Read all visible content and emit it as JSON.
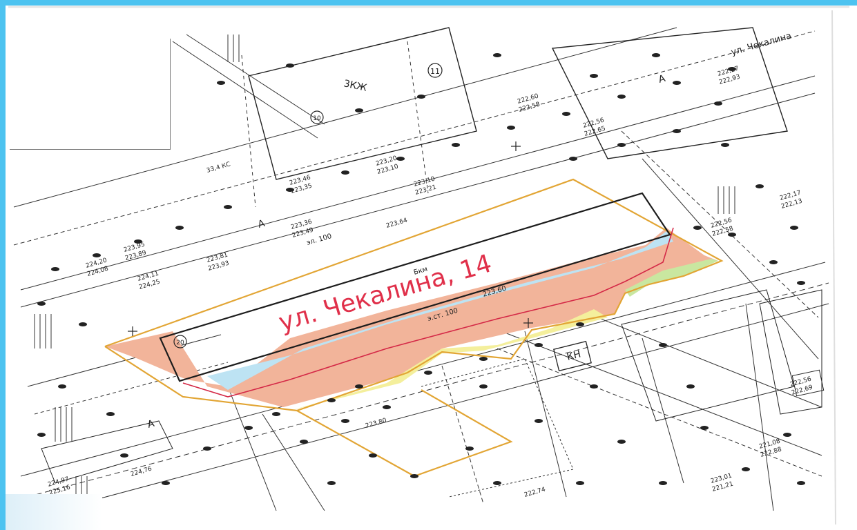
{
  "plan": {
    "site_label": "ул. Чекалина, 14",
    "street_label_top": "ул. Чекалина",
    "building_code_label": "3КЖ",
    "kn_label": "КН",
    "plot_number": "11",
    "lot_numbers": [
      "10",
      "20"
    ],
    "zone_letter": "А",
    "pipe_label": "эл. 100",
    "pipe_label_2": "э.ст.  100",
    "bay_label": "Бкм",
    "dim_label": "33,4 КС",
    "elevations": [
      "223,95",
      "223,89",
      "224,20",
      "224,08",
      "224,11",
      "224,25",
      "223,81",
      "223,93",
      "223,36",
      "223,49",
      "223,46",
      "223,35",
      "223,20",
      "223,10",
      "223,10",
      "223,21",
      "222,56",
      "222,65",
      "222,60",
      "222,58",
      "222,27",
      "222,93",
      "223,60",
      "223,64",
      "222,17",
      "222,13",
      "222,56",
      "222,58",
      "224,76",
      "223,80",
      "224,97",
      "225,16",
      "221,08",
      "222,88",
      "223,01",
      "221,21",
      "222,74",
      "222,56",
      "222,69"
    ]
  },
  "colors": {
    "frame": "#4dc3f0",
    "red_zone": "#f2b49a",
    "blue_zone": "#bde3f3",
    "yellow_zone": "#f4ef9c",
    "green_zone": "#c9e7a0",
    "orange_boundary": "#e2a534",
    "red_text": "#e0304a"
  }
}
